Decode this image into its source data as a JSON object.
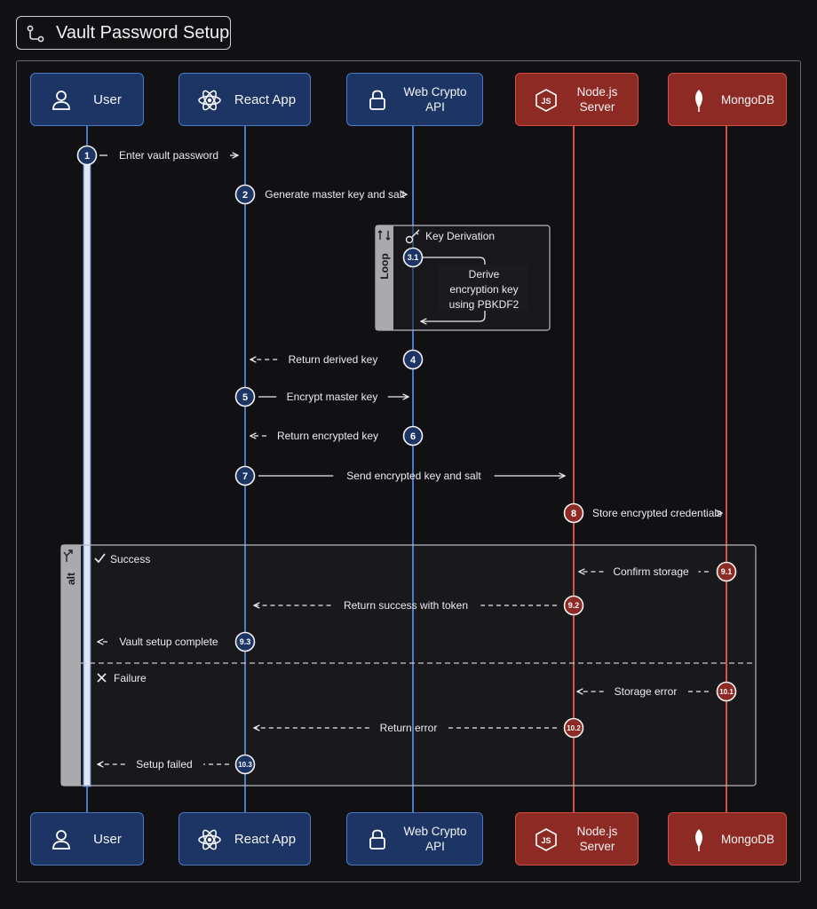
{
  "title": "Vault Password Setup",
  "colors": {
    "blue_fill": "#1c3564",
    "blue_stroke": "#4a78c4",
    "red_fill": "#8e2a24",
    "red_stroke": "#d24e44"
  },
  "participants": [
    {
      "id": "user",
      "label": "User",
      "icon": "user-icon",
      "color": "blue"
    },
    {
      "id": "react",
      "label": "React App",
      "icon": "react-atom-icon",
      "color": "blue"
    },
    {
      "id": "webcrypto",
      "label": "Web Crypto\nAPI",
      "icon": "lock-icon",
      "color": "blue"
    },
    {
      "id": "node",
      "label": "Node.js\nServer",
      "icon": "nodejs-icon",
      "color": "red"
    },
    {
      "id": "mongo",
      "label": "MongoDB",
      "icon": "mongodb-leaf-icon",
      "color": "red"
    }
  ],
  "loop": {
    "tag": "Loop",
    "title": "Key Derivation",
    "step": "3.1",
    "text": [
      "Derive",
      "encryption key",
      "using PBKDF2"
    ]
  },
  "alt": {
    "tag": "alt",
    "success_label": "Success",
    "failure_label": "Failure"
  },
  "messages": [
    {
      "n": "1",
      "text": "Enter vault password"
    },
    {
      "n": "2",
      "text": "Generate master key and salt"
    },
    {
      "n": "4",
      "text": "Return derived key"
    },
    {
      "n": "5",
      "text": "Encrypt master key"
    },
    {
      "n": "6",
      "text": "Return encrypted key"
    },
    {
      "n": "7",
      "text": "Send encrypted key and salt"
    },
    {
      "n": "8",
      "text": "Store encrypted credentials"
    },
    {
      "n": "9.1",
      "text": "Confirm storage"
    },
    {
      "n": "9.2",
      "text": "Return success with token"
    },
    {
      "n": "9.3",
      "text": "Vault setup complete"
    },
    {
      "n": "10.1",
      "text": "Storage error"
    },
    {
      "n": "10.2",
      "text": "Return error"
    },
    {
      "n": "10.3",
      "text": "Setup failed"
    }
  ]
}
